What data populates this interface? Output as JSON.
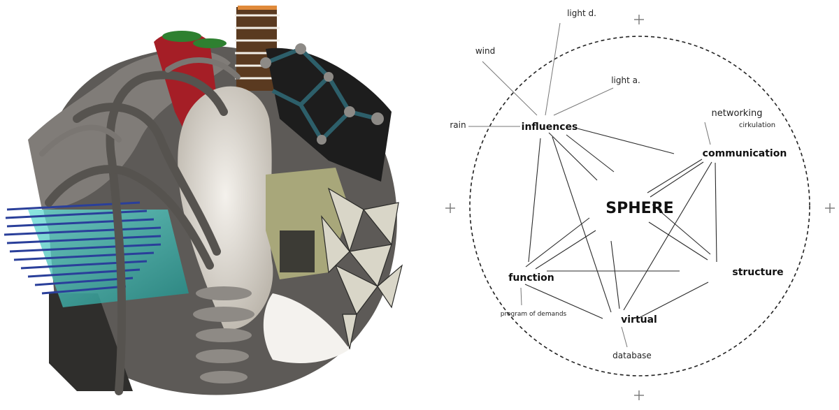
{
  "figure": {
    "left_panel": {
      "description": "3D architectural render of a spherical collage structure",
      "palette": {
        "grey_tubes": "#6e6b68",
        "dark_grey": "#3e3c3a",
        "white_core": "#e8e4de",
        "blue_rods": "#2a3f9a",
        "cyan": "#4fd0c8",
        "red": "#b0202a",
        "green": "#2f7a2f",
        "teal_nodes": "#2d5f6a",
        "olive": "#a8a77a",
        "tower_brown": "#5a3a20",
        "orange": "#e08a3a",
        "facets": "#d9d6c8"
      }
    },
    "right_panel": {
      "center": {
        "label": "SPHERE"
      },
      "nodes": [
        {
          "id": "influences",
          "label": "influences"
        },
        {
          "id": "communication",
          "label": "communication"
        },
        {
          "id": "structure",
          "label": "structure"
        },
        {
          "id": "virtual",
          "label": "virtual"
        },
        {
          "id": "function",
          "label": "function"
        }
      ],
      "satellites": [
        {
          "label": "light d.",
          "parent": "influences"
        },
        {
          "label": "wind",
          "parent": "influences"
        },
        {
          "label": "light a.",
          "parent": "influences"
        },
        {
          "label": "rain",
          "parent": "influences"
        },
        {
          "label": "networking",
          "parent": "communication"
        },
        {
          "label": "cirkulation",
          "parent": "communication"
        },
        {
          "label": "program of demands",
          "parent": "function"
        },
        {
          "label": "database",
          "parent": "virtual"
        }
      ],
      "crosshair_marks": [
        "+",
        "+",
        "+",
        "+"
      ],
      "boundary": "dashed circle",
      "line_color": "#333333"
    }
  }
}
